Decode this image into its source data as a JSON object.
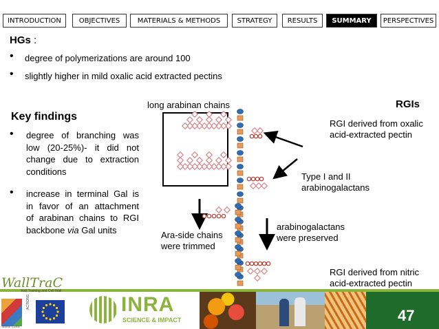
{
  "tabs": [
    {
      "label": "INTRODUCTION",
      "active": false
    },
    {
      "label": "OBJECTIVES",
      "active": false
    },
    {
      "label": "MATERIALS & METHODS",
      "active": false
    },
    {
      "label": "STRATEGY",
      "active": false
    },
    {
      "label": "RESULTS",
      "active": false
    },
    {
      "label": "SUMMARY",
      "active": true
    },
    {
      "label": "PERSPECTIVES",
      "active": false
    }
  ],
  "hgs": {
    "title": "HGs",
    "colon": " :",
    "bullets": [
      "degree of polymerizations are around 100",
      "slightly higher in mild oxalic acid extracted pectins"
    ]
  },
  "key_findings": {
    "title": "Key findings",
    "bullet1": [
      "degree of branching was",
      "low (20-25%)- it did not",
      "change due to extraction",
      "conditions"
    ],
    "bullet2_lines": [
      "increase in terminal Gal is",
      "in favor of an attachment",
      "of arabinan chains to RGI"
    ],
    "bullet2_last_pre": "backbone ",
    "bullet2_last_em": "via",
    "bullet2_last_post": " Gal units"
  },
  "diagram": {
    "rgis_title": "RGIs",
    "long_arabinan": "long arabinan chains",
    "oxalic_label": [
      "RGI derived from oxalic",
      "acid-extracted pectin"
    ],
    "type_label": [
      "Type I and II",
      "arabinogalactans"
    ],
    "ara_label": [
      "Ara-side chains",
      "were trimmed"
    ],
    "arabinogal_label": [
      "arabinogalactans",
      "were preserved"
    ],
    "nitric_label": [
      "RGI derived from nitric",
      "acid-extracted pectin"
    ]
  },
  "footer": {
    "logo_walltrac": "WallTraC",
    "logo_walltrac_sub": "Wall Training and Cell Wall",
    "marie_curie": "MARIE CURIE",
    "actions": "ACTIONS",
    "inra_name": "INRA",
    "inra_tagline": "SCIENCE & IMPACT",
    "page_number": "47"
  },
  "colors": {
    "active_tab_bg": "#000000",
    "rha_orange": "#e89a5a",
    "galA_blue": "#2e6cb3",
    "ara_pink": "#d9868a",
    "gal_red": "#c0392b",
    "footer_green": "#8bb43c",
    "eu_blue": "#1c3f9c"
  }
}
